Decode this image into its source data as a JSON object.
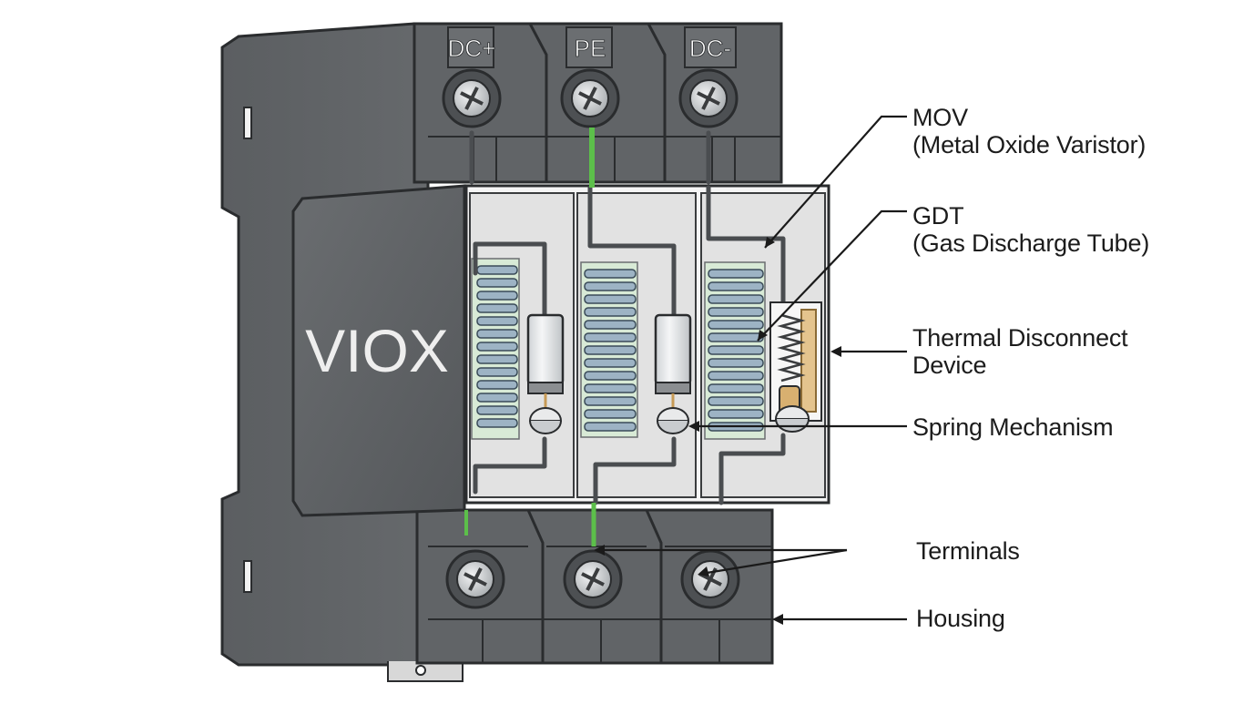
{
  "brand": {
    "logo_text": "VIOX"
  },
  "terminal_labels": {
    "top_left": "DC+",
    "top_middle": "PE",
    "top_right": "DC-"
  },
  "callouts": {
    "mov": {
      "line1": "MOV",
      "line2": "(Metal Oxide Varistor)"
    },
    "gdt": {
      "line1": "GDT",
      "line2": "(Gas Discharge Tube)"
    },
    "thermal": {
      "line1": "Thermal Disconnect",
      "line2": "Device"
    },
    "spring": {
      "line1": "Spring Mechanism"
    },
    "terminals": {
      "line1": "Terminals"
    },
    "housing": {
      "line1": "Housing"
    }
  },
  "colors": {
    "housing_dark": "#5a5d60",
    "housing_mid": "#6d7073",
    "housing_edge": "#2b2d2f",
    "interior_panel": "#e3e3e3",
    "coil_blue": "#9db3c4",
    "coil_green_bg": "#d8ead6",
    "ground_green": "#5cbf4a",
    "thermal_copper": "#c79a55",
    "leader_line": "#1a1a1a"
  }
}
